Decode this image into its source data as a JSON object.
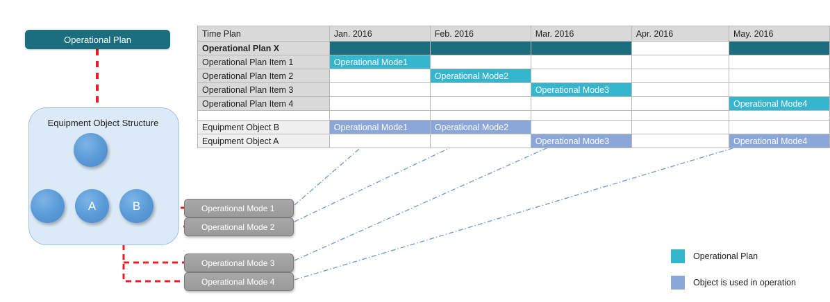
{
  "diagram": {
    "op_plan_box": "Operational Plan",
    "equipment_structure_label": "Equipment Object Structure",
    "nodes": [
      {
        "id": "root",
        "label": ""
      },
      {
        "id": "child1",
        "label": ""
      },
      {
        "id": "childA",
        "label": "A"
      },
      {
        "id": "childB",
        "label": "B"
      }
    ],
    "mode_boxes": [
      "Operational Mode 1",
      "Operational Mode 2",
      "Operational Mode 3",
      "Operational Mode 4"
    ]
  },
  "table": {
    "corner_header": "Time Plan",
    "months": [
      "Jan. 2016",
      "Feb. 2016",
      "Mar. 2016",
      "Apr. 2016",
      "May. 2016"
    ],
    "rows": [
      {
        "label": "Operational Plan X",
        "bold": true,
        "label_style": "dark",
        "cells": [
          {
            "fill": "dark",
            "text": ""
          },
          {
            "fill": "dark",
            "text": ""
          },
          {
            "fill": "dark",
            "text": ""
          },
          {
            "fill": "none",
            "text": ""
          },
          {
            "fill": "dark",
            "text": ""
          }
        ]
      },
      {
        "label": "Operational Plan Item 1",
        "bold": false,
        "label_style": "dark",
        "cells": [
          {
            "fill": "teal",
            "text": "Operational Mode1"
          },
          {
            "fill": "none",
            "text": ""
          },
          {
            "fill": "none",
            "text": ""
          },
          {
            "fill": "none",
            "text": ""
          },
          {
            "fill": "none",
            "text": ""
          }
        ]
      },
      {
        "label": "Operational Plan Item 2",
        "bold": false,
        "label_style": "dark",
        "cells": [
          {
            "fill": "none",
            "text": ""
          },
          {
            "fill": "teal",
            "text": "Operational Mode2"
          },
          {
            "fill": "none",
            "text": ""
          },
          {
            "fill": "none",
            "text": ""
          },
          {
            "fill": "none",
            "text": ""
          }
        ]
      },
      {
        "label": "Operational Plan Item 3",
        "bold": false,
        "label_style": "dark",
        "cells": [
          {
            "fill": "none",
            "text": ""
          },
          {
            "fill": "none",
            "text": ""
          },
          {
            "fill": "teal",
            "text": "Operational Mode3"
          },
          {
            "fill": "none",
            "text": ""
          },
          {
            "fill": "none",
            "text": ""
          }
        ]
      },
      {
        "label": "Operational Plan Item 4",
        "bold": false,
        "label_style": "dark",
        "cells": [
          {
            "fill": "none",
            "text": ""
          },
          {
            "fill": "none",
            "text": ""
          },
          {
            "fill": "none",
            "text": ""
          },
          {
            "fill": "none",
            "text": ""
          },
          {
            "fill": "teal",
            "text": "Operational Mode4"
          }
        ]
      },
      {
        "label": "Equipment Object B",
        "bold": false,
        "label_style": "light",
        "cells": [
          {
            "fill": "blue",
            "text": "Operational Mode1"
          },
          {
            "fill": "blue",
            "text": "Operational Mode2"
          },
          {
            "fill": "none",
            "text": ""
          },
          {
            "fill": "none",
            "text": ""
          },
          {
            "fill": "none",
            "text": ""
          }
        ]
      },
      {
        "label": "Equipment Object A",
        "bold": false,
        "label_style": "light",
        "cells": [
          {
            "fill": "none",
            "text": ""
          },
          {
            "fill": "none",
            "text": ""
          },
          {
            "fill": "blue",
            "text": "Operational Mode3"
          },
          {
            "fill": "none",
            "text": ""
          },
          {
            "fill": "blue",
            "text": "Operational Mode4"
          }
        ]
      }
    ]
  },
  "legend": {
    "items": [
      {
        "swatch": "teal",
        "label": "Operational Plan"
      },
      {
        "swatch": "blue",
        "label": "Object is used in operation"
      }
    ]
  },
  "colors": {
    "dark_teal": "#1c6d7d",
    "light_teal": "#35b5ce",
    "periwinkle": "#8ba6d8",
    "node_blue": "#5899d6",
    "red_connector": "#ec1c24",
    "gray_box": "#9a9a9a"
  }
}
